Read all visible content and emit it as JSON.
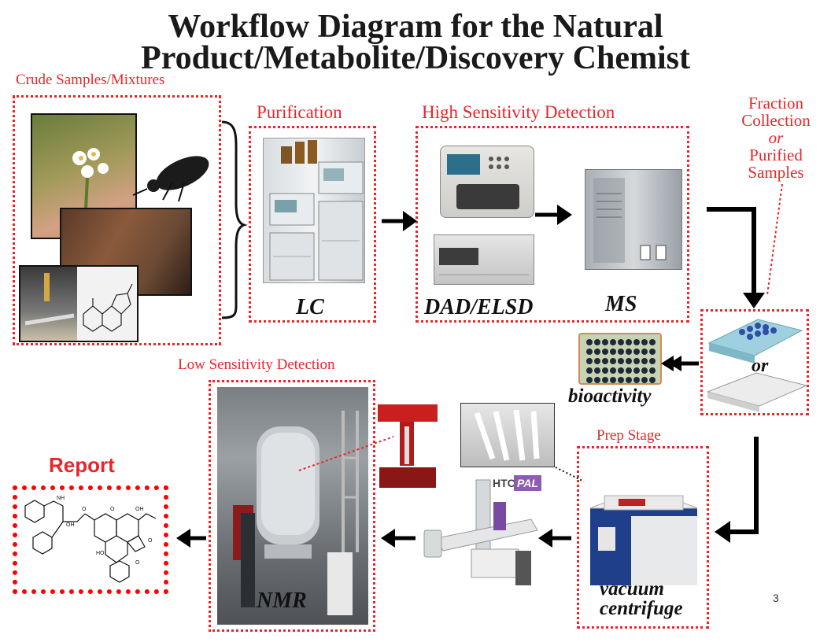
{
  "title": {
    "line1": "Workflow Diagram for the Natural",
    "line2": "Product/Metabolite/Discovery Chemist"
  },
  "sections": {
    "crude": "Crude Samples/Mixtures",
    "purification": "Purification",
    "high_detection": "High Sensitivity Detection",
    "fraction_line1": "Fraction",
    "fraction_line2": "Collection",
    "fraction_or": "or",
    "fraction_line3": "Purified",
    "fraction_line4": "Samples",
    "low_detection": "Low Sensitivity Detection",
    "prep_stage": "Prep Stage",
    "report": "Report"
  },
  "instruments": {
    "lc": "LC",
    "dad": "DAD/ELSD",
    "ms": "MS",
    "or": "or",
    "bioactivity": "bioactivity",
    "nmr": "NMR",
    "vacuum": "vacuum",
    "centrifuge": "centrifuge",
    "htc": "HTC",
    "pal": "PAL"
  },
  "page_number": "3",
  "colors": {
    "accent_red": "#e8262a",
    "arrow": "#000000"
  }
}
